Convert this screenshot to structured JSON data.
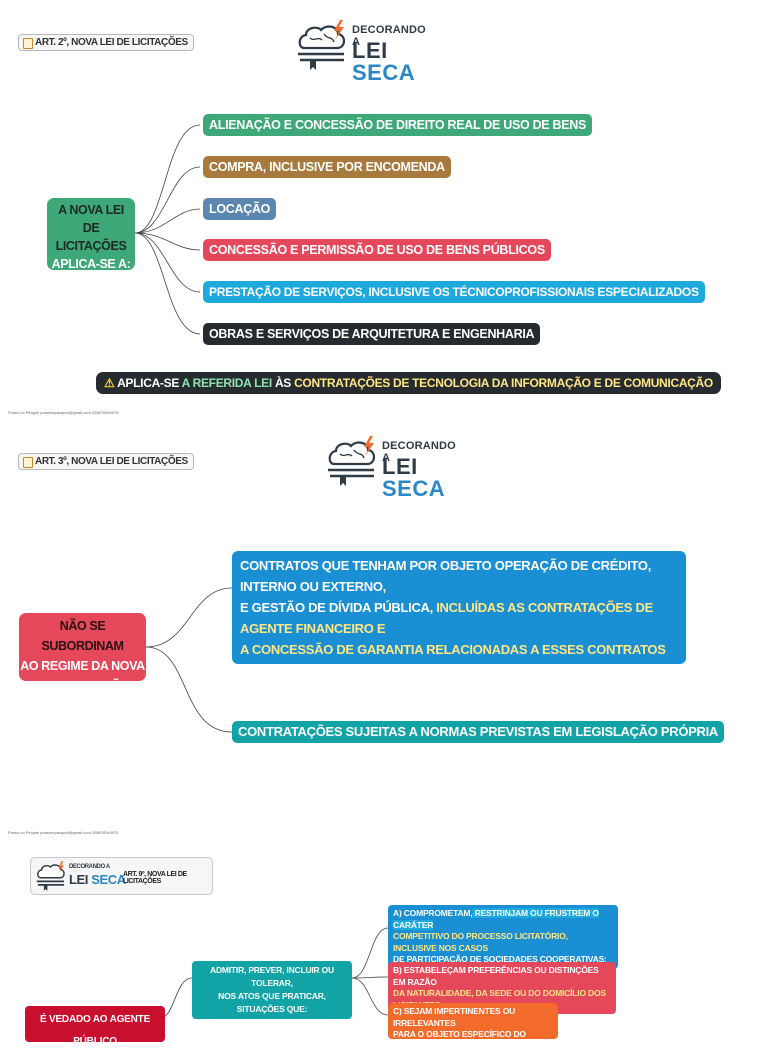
{
  "section1": {
    "tag": "ART. 2º, NOVA LEI DE LICITAÇÕES",
    "logo": {
      "top": "DECORANDO A",
      "lei": "LEI",
      "seca": "SECA"
    },
    "center": {
      "line1": "A NOVA LEI",
      "line2": "DE LICITAÇÕES",
      "line3": "APLICA-SE A:"
    },
    "items": [
      {
        "text": "ALIENAÇÃO E CONCESSÃO DE DIREITO REAL DE USO DE BENS",
        "color": "#3fa878"
      },
      {
        "text": "COMPRA, INCLUSIVE POR ENCOMENDA",
        "color": "#a87a3e"
      },
      {
        "text": "LOCAÇÃO",
        "color": "#5b86b0"
      },
      {
        "text": "CONCESSÃO E PERMISSÃO DE USO DE BENS PÚBLICOS",
        "color": "#e5485a"
      },
      {
        "text": "PRESTAÇÃO DE SERVIÇOS, INCLUSIVE OS TÉCNICOPROFISSIONAIS ESPECIALIZADOS",
        "color": "#1ea9dd"
      },
      {
        "text": "OBRAS E SERVIÇOS DE ARQUITETURA E ENGENHARIA",
        "color": "#262b30"
      }
    ],
    "warning": {
      "part1": "APLICA-SE",
      "part2": "A REFERIDA LEI",
      "part3": "ÀS",
      "part4": "CONTRATAÇÕES DE TECNOLOGIA DA INFORMAÇÃO E DE COMUNICAÇÃO"
    },
    "footer": "Posso no Pinquel posseropasquel@gmail.com 2086783x0970"
  },
  "section2": {
    "tag": "ART. 3º, NOVA LEI DE LICITAÇÕES",
    "logo": {
      "top": "DECORANDO A",
      "lei": "LEI",
      "seca": "SECA"
    },
    "center": {
      "line1": "NÃO SE SUBORDINAM",
      "line2": "AO REGIME DA NOVA",
      "line3": "LEI DE LICITAÇÕES:"
    },
    "item1": {
      "line1": "CONTRATOS QUE TENHAM POR OBJETO OPERAÇÃO DE CRÉDITO, INTERNO OU EXTERNO,",
      "line2a": "E GESTÃO DE DÍVIDA PÚBLICA,",
      "line2b": " INCLUÍDAS AS CONTRATAÇÕES DE AGENTE FINANCEIRO E",
      "line3": "A CONCESSÃO DE GARANTIA RELACIONADAS A ESSES CONTRATOS"
    },
    "item2": "CONTRATAÇÕES SUJEITAS A NORMAS PREVISTAS EM LEGISLAÇÃO PRÓPRIA",
    "footer": "Posso no Pinquel posseropasquel@gmail.com 2086783x0970"
  },
  "section3": {
    "logo": {
      "top": "DECORANDO A",
      "lei": "LEI",
      "seca": "SECA"
    },
    "tag": "ART. 9º, NOVA LEI DE LICITAÇÕES",
    "middle": {
      "line1": "ADMITIR, PREVER, INCLUIR OU TOLERAR,",
      "line2": "NOS ATOS QUE PRATICAR, SITUAÇÕES QUE:"
    },
    "left": "É VEDADO AO AGENTE PÚBLICO",
    "a": {
      "p1": "A) COMPROMETAM,",
      "p2": " RESTRINJAM OU FRUSTREM O CARÁTER",
      "p3": "COMPETITIVO DO PROCESSO LICITATÓRIO,",
      "p4": " INCLUSIVE NOS CASOS",
      "p5": "DE PARTICIPAÇÃO DE SOCIEDADES COOPERATIVAS;"
    },
    "b": {
      "line1": "B) ESTABELEÇAM PREFERÊNCIAS OU DISTINÇÕES EM RAZÃO",
      "line2": "DA NATURALIDADE, DA SEDE OU DO DOMICÍLIO DOS LICITANTES"
    },
    "c": {
      "line1": "C) SEJAM IMPERTINENTES OU IRRELEVANTES",
      "line2": "PARA O OBJETO ESPECÍFICO DO CONTRATO"
    }
  }
}
